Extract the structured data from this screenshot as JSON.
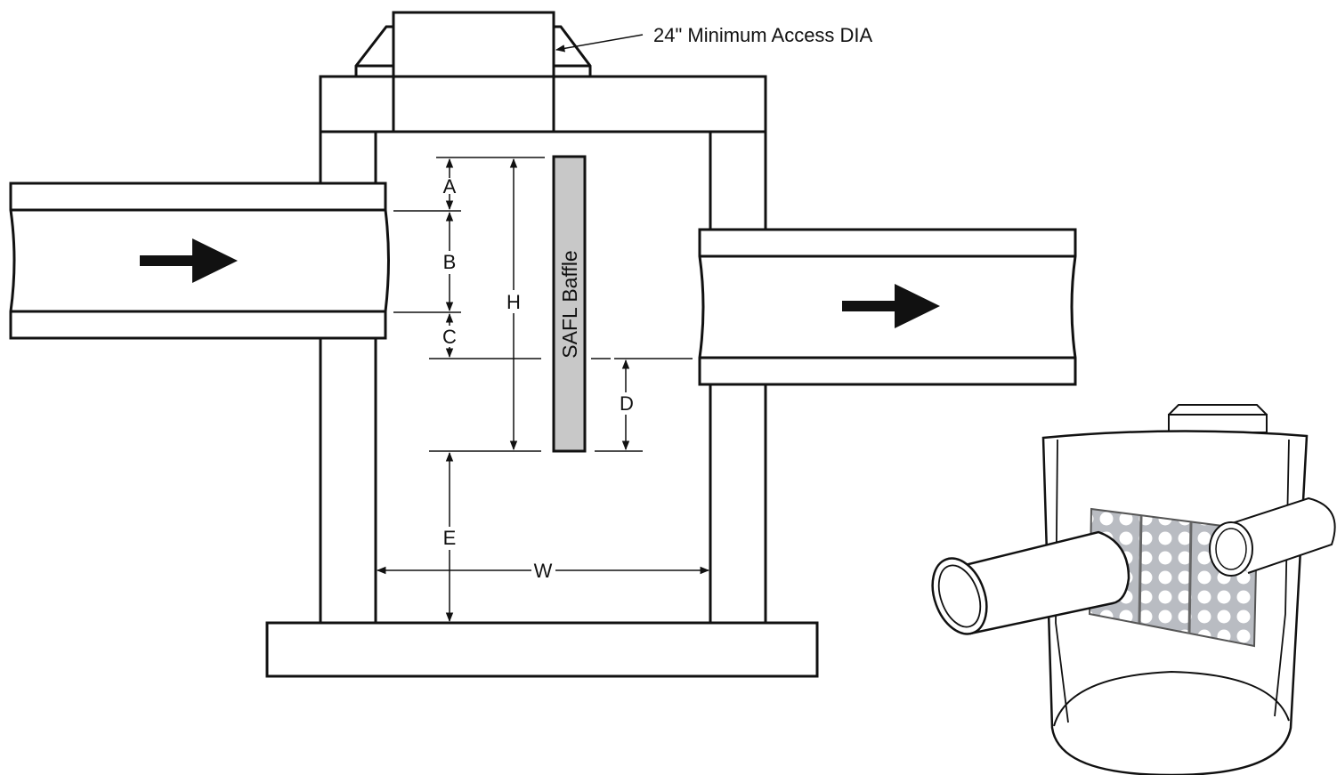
{
  "diagram": {
    "access_label": "24\" Minimum Access DIA",
    "baffle_label": "SAFL Baffle",
    "dimensions": {
      "A": "A",
      "B": "B",
      "C": "C",
      "D": "D",
      "E": "E",
      "H": "H",
      "W": "W"
    }
  },
  "colors": {
    "line": "#111111",
    "baffle_fill": "#c8c8c8",
    "background": "#ffffff"
  }
}
